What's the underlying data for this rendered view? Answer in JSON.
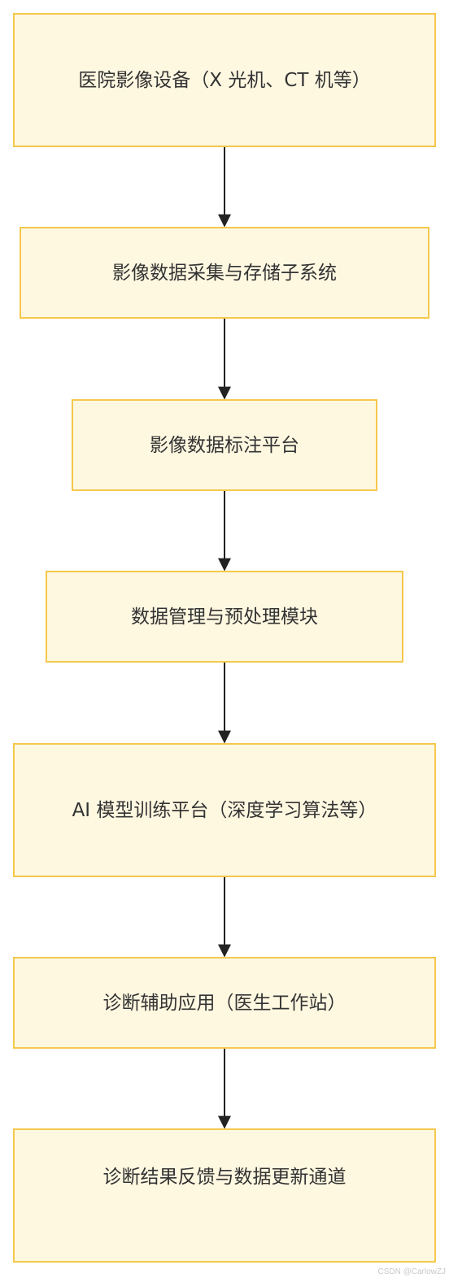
{
  "nodes": [
    {
      "label": "医院影像设备（X 光机、CT 机等）"
    },
    {
      "label": "影像数据采集与存储子系统"
    },
    {
      "label": "影像数据标注平台"
    },
    {
      "label": "数据管理与预处理模块"
    },
    {
      "label": "AI 模型训练平台（深度学习算法等）"
    },
    {
      "label": "诊断辅助应用（医生工作站）"
    },
    {
      "label": "诊断结果反馈与数据更新通道"
    }
  ],
  "watermark": "CSDN @CarlowZJ",
  "colors": {
    "node_fill": "#fff8e1",
    "node_border": "#f5c84c",
    "text": "#333333",
    "arrow": "#222222"
  }
}
